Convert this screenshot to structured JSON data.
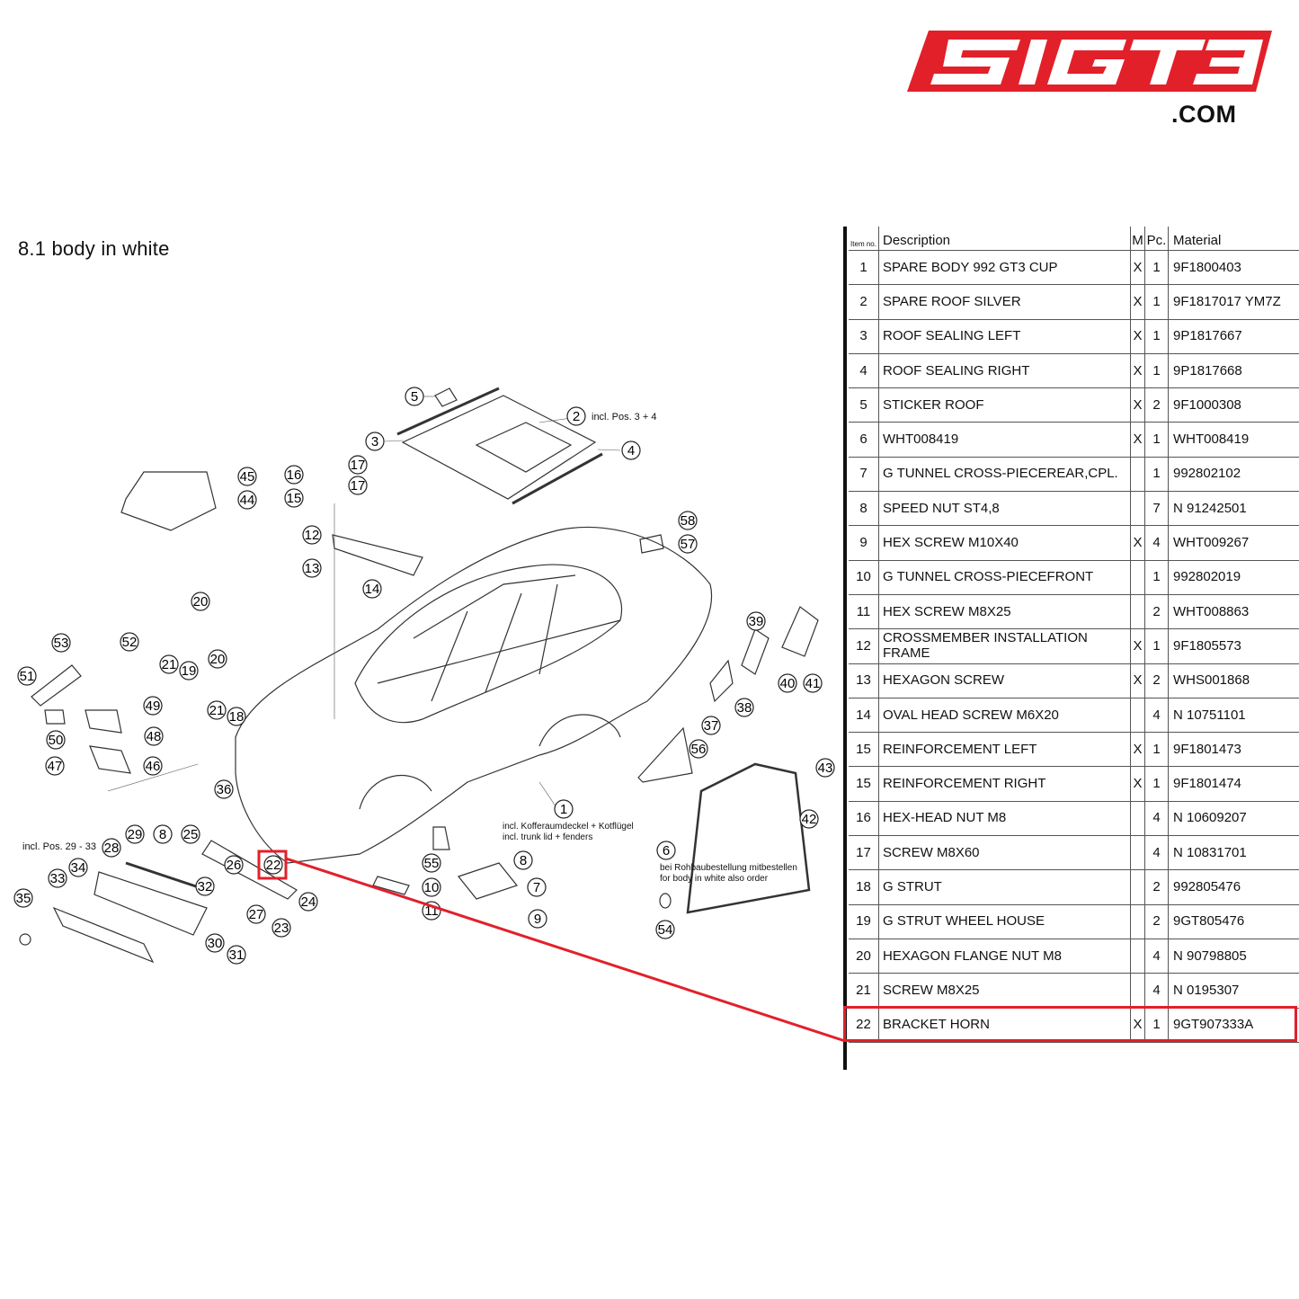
{
  "logo": {
    "text": "SIGT3",
    "domain": ".COM",
    "color": "#e2202a"
  },
  "page": {
    "title": "8.1  body in white"
  },
  "table": {
    "headers": {
      "item_no": "Item no.",
      "description": "Description",
      "m": "M",
      "pc": "Pc.",
      "material": "Material"
    },
    "rows": [
      {
        "no": "1",
        "desc": "SPARE BODY 992 GT3 CUP",
        "m": "X",
        "pc": "1",
        "mat": "9F1800403"
      },
      {
        "no": "2",
        "desc": "SPARE ROOF SILVER",
        "m": "X",
        "pc": "1",
        "mat": "9F1817017 YM7Z"
      },
      {
        "no": "3",
        "desc": "ROOF SEALING LEFT",
        "m": "X",
        "pc": "1",
        "mat": "9P1817667"
      },
      {
        "no": "4",
        "desc": "ROOF SEALING RIGHT",
        "m": "X",
        "pc": "1",
        "mat": "9P1817668"
      },
      {
        "no": "5",
        "desc": "STICKER ROOF",
        "m": "X",
        "pc": "2",
        "mat": "9F1000308"
      },
      {
        "no": "6",
        "desc": "WHT008419",
        "m": "X",
        "pc": "1",
        "mat": "WHT008419"
      },
      {
        "no": "7",
        "desc": "G TUNNEL CROSS-PIECEREAR,CPL.",
        "m": "",
        "pc": "1",
        "mat": "992802102"
      },
      {
        "no": "8",
        "desc": "SPEED NUT ST4,8",
        "m": "",
        "pc": "7",
        "mat": "N 91242501"
      },
      {
        "no": "9",
        "desc": "HEX SCREW M10X40",
        "m": "X",
        "pc": "4",
        "mat": "WHT009267"
      },
      {
        "no": "10",
        "desc": "G TUNNEL CROSS-PIECEFRONT",
        "m": "",
        "pc": "1",
        "mat": "992802019"
      },
      {
        "no": "11",
        "desc": "HEX SCREW M8X25",
        "m": "",
        "pc": "2",
        "mat": "WHT008863"
      },
      {
        "no": "12",
        "desc": "CROSSMEMBER INSTALLATION FRAME",
        "m": "X",
        "pc": "1",
        "mat": "9F1805573"
      },
      {
        "no": "13",
        "desc": "HEXAGON SCREW",
        "m": "X",
        "pc": "2",
        "mat": "WHS001868"
      },
      {
        "no": "14",
        "desc": "OVAL HEAD SCREW M6X20",
        "m": "",
        "pc": "4",
        "mat": "N 10751101"
      },
      {
        "no": "15",
        "desc": "REINFORCEMENT LEFT",
        "m": "X",
        "pc": "1",
        "mat": "9F1801473"
      },
      {
        "no": "15",
        "desc": "REINFORCEMENT RIGHT",
        "m": "X",
        "pc": "1",
        "mat": "9F1801474"
      },
      {
        "no": "16",
        "desc": "HEX-HEAD NUT M8",
        "m": "",
        "pc": "4",
        "mat": "N 10609207"
      },
      {
        "no": "17",
        "desc": "SCREW M8X60",
        "m": "",
        "pc": "4",
        "mat": "N 10831701"
      },
      {
        "no": "18",
        "desc": "G STRUT",
        "m": "",
        "pc": "2",
        "mat": "992805476"
      },
      {
        "no": "19",
        "desc": "G STRUT WHEEL HOUSE",
        "m": "",
        "pc": "2",
        "mat": "9GT805476"
      },
      {
        "no": "20",
        "desc": "HEXAGON FLANGE NUT M8",
        "m": "",
        "pc": "4",
        "mat": "N 90798805"
      },
      {
        "no": "21",
        "desc": "SCREW M8X25",
        "m": "",
        "pc": "4",
        "mat": "N 0195307"
      },
      {
        "no": "22",
        "desc": "BRACKET HORN",
        "m": "X",
        "pc": "1",
        "mat": "9GT907333A"
      }
    ],
    "highlight_color": "#e2202a"
  },
  "diagram": {
    "notes": {
      "incl_pos_3_4": "incl. Pos. 3 + 4",
      "incl_pos_29_33": "incl. Pos. 29 - 33",
      "note_1a": "incl. Kofferaumdeckel + Kotflügel",
      "note_1b": "incl. trunk lid + fenders",
      "note_6a": "bei Rohbaubestellung mitbestellen",
      "note_6b": "for body in white also order"
    },
    "callouts": [
      "1",
      "2",
      "3",
      "4",
      "5",
      "6",
      "7",
      "8",
      "8",
      "9",
      "10",
      "11",
      "12",
      "13",
      "14",
      "15",
      "16",
      "17",
      "17",
      "18",
      "19",
      "20",
      "20",
      "21",
      "21",
      "22",
      "23",
      "24",
      "25",
      "26",
      "27",
      "28",
      "29",
      "30",
      "31",
      "32",
      "33",
      "34",
      "35",
      "36",
      "37",
      "38",
      "39",
      "40",
      "41",
      "42",
      "43",
      "44",
      "45",
      "46",
      "47",
      "48",
      "49",
      "50",
      "51",
      "52",
      "53",
      "54",
      "55",
      "56",
      "57",
      "58"
    ],
    "highlighted": "22"
  }
}
